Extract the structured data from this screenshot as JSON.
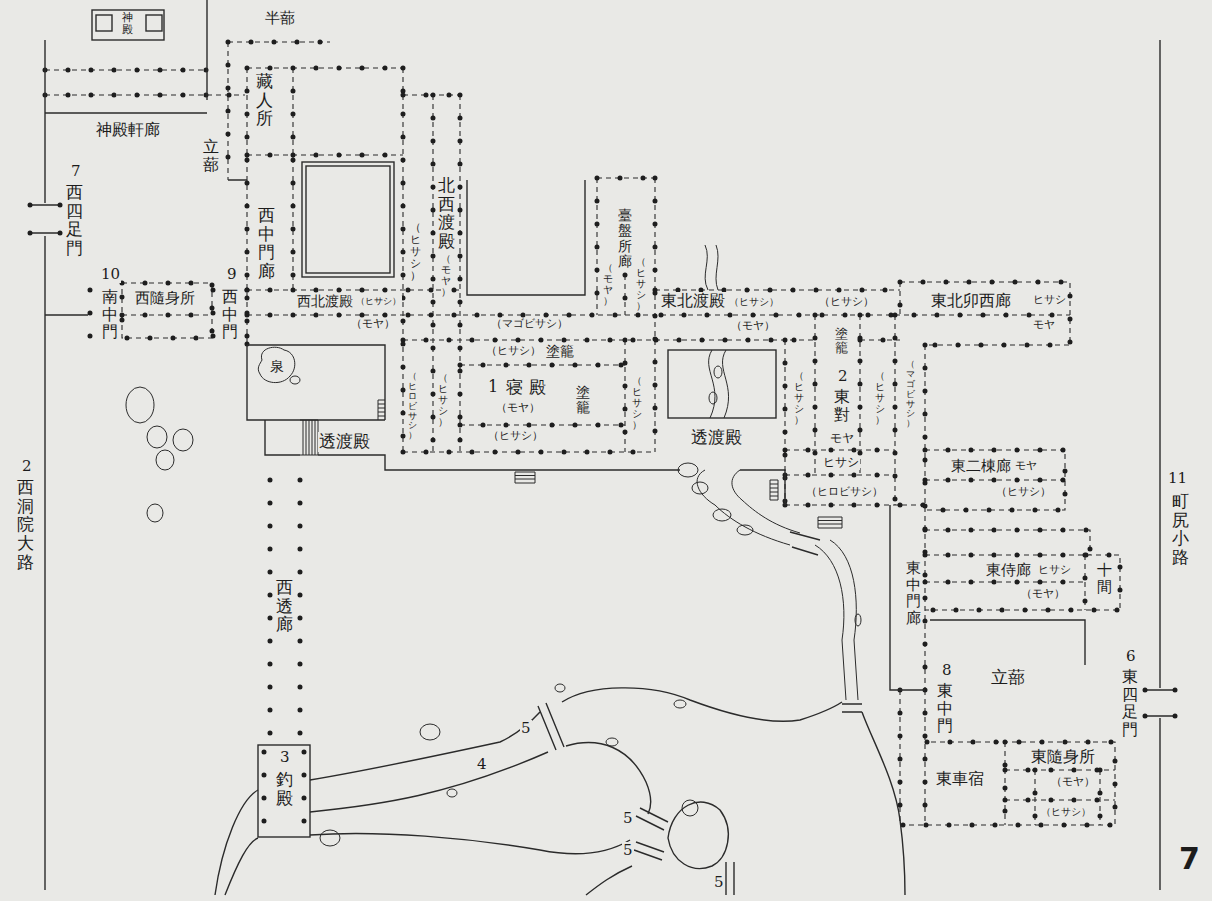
{
  "diagram": {
    "nodes": [
      {
        "text": [
          "神殿"
        ]
      },
      {
        "text": [
          "藏人所"
        ]
      },
      {
        "text": [
          "西中門廊"
        ]
      },
      {
        "text": [
          "北西渡殿"
        ]
      },
      {
        "text": [
          "西北渡殿"
        ]
      },
      {
        "text": [
          "西隨身所"
        ]
      },
      {
        "text": [
          "寝殿"
        ]
      },
      {
        "text": [
          "透渡殿"
        ]
      },
      {
        "text": [
          "臺盤所廊"
        ]
      },
      {
        "text": [
          "東北渡殿"
        ]
      },
      {
        "text": [
          "透渡殿"
        ]
      },
      {
        "text": [
          "東北卯西廊"
        ]
      },
      {
        "text": [
          "東對"
        ]
      },
      {
        "text": [
          "東二棟廊"
        ]
      },
      {
        "text": [
          "東侍廊"
        ]
      },
      {
        "text": [
          "十間"
        ]
      },
      {
        "text": [
          "東中門廊"
        ]
      },
      {
        "text": [
          "東車宿"
        ]
      },
      {
        "text": [
          "東隨身所"
        ]
      },
      {
        "text": [
          "西透廊"
        ]
      },
      {
        "text": [
          "釣殿"
        ]
      }
    ],
    "labels": [
      "半蔀",
      "神殿軒廊",
      "立蔀",
      "7",
      "西四足門",
      "10",
      "南中門",
      "9",
      "西中門",
      "泉",
      "（ヒサシ）",
      "（モヤ）",
      "（ヒサシ）",
      "（モヤ）",
      "（マゴビサシ）",
      "（ヒサシ）",
      "塗籠",
      "1",
      "（モヤ）",
      "塗籠",
      "（ヒロビサシ）",
      "（ヒサシ）",
      "（ヒサシ）",
      "（ヒサシ）",
      "（モヤ）",
      "（ヒサシ）",
      "（ヒサシ）",
      "（モヤ）",
      "（ヒサシ）",
      "塗籠",
      "2",
      "モヤ",
      "（ヒサシ）",
      "（ヒサシ）",
      "（マゴビサシ）",
      "ヒサシ",
      "（ヒロビサシ）",
      "ヒサシ",
      "モヤ",
      "モヤ",
      "（ヒサシ）",
      "ヒサシ",
      "（モヤ）",
      "立蔀",
      "8",
      "東中門",
      "6",
      "東四足門",
      "11",
      "町尻小路",
      "2",
      "西洞院大路",
      "3",
      "4",
      "5",
      "5",
      "5",
      "5",
      "（モヤ）",
      "（ヒサシ）",
      "7"
    ]
  }
}
